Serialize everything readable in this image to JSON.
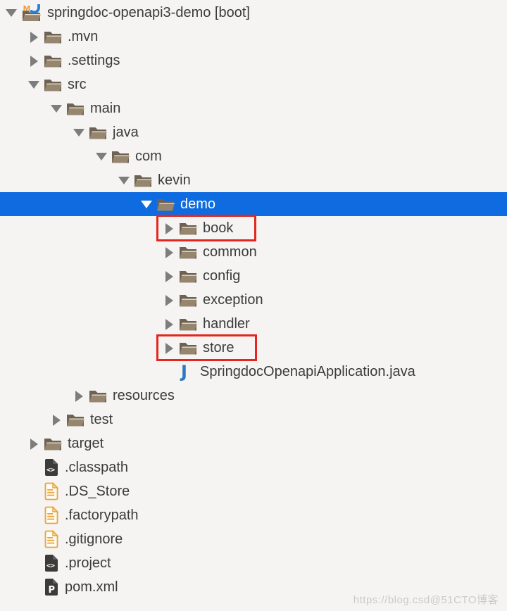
{
  "window": {
    "background": "#f5f4f2",
    "selection_color": "#0e6be0",
    "highlight_box_color": "#e3261f",
    "watermark": "https://blog.csd@51CTO博客"
  },
  "tree": {
    "rows": [
      {
        "label": "springdoc-openapi3-demo [boot]",
        "depth": 0,
        "icon": "maven-project-folder",
        "state": "expanded",
        "selected": false,
        "boxed": false
      },
      {
        "label": ".mvn",
        "depth": 1,
        "icon": "folder",
        "state": "collapsed",
        "selected": false,
        "boxed": false
      },
      {
        "label": ".settings",
        "depth": 1,
        "icon": "folder",
        "state": "collapsed",
        "selected": false,
        "boxed": false
      },
      {
        "label": "src",
        "depth": 1,
        "icon": "folder",
        "state": "expanded",
        "selected": false,
        "boxed": false
      },
      {
        "label": "main",
        "depth": 2,
        "icon": "folder",
        "state": "expanded",
        "selected": false,
        "boxed": false
      },
      {
        "label": "java",
        "depth": 3,
        "icon": "folder",
        "state": "expanded",
        "selected": false,
        "boxed": false
      },
      {
        "label": "com",
        "depth": 4,
        "icon": "folder",
        "state": "expanded",
        "selected": false,
        "boxed": false
      },
      {
        "label": "kevin",
        "depth": 5,
        "icon": "folder",
        "state": "expanded",
        "selected": false,
        "boxed": false
      },
      {
        "label": "demo",
        "depth": 6,
        "icon": "folder",
        "state": "expanded",
        "selected": true,
        "boxed": false
      },
      {
        "label": "book",
        "depth": 7,
        "icon": "folder",
        "state": "collapsed",
        "selected": false,
        "boxed": true
      },
      {
        "label": "common",
        "depth": 7,
        "icon": "folder",
        "state": "collapsed",
        "selected": false,
        "boxed": false
      },
      {
        "label": "config",
        "depth": 7,
        "icon": "folder",
        "state": "collapsed",
        "selected": false,
        "boxed": false
      },
      {
        "label": "exception",
        "depth": 7,
        "icon": "folder",
        "state": "collapsed",
        "selected": false,
        "boxed": false
      },
      {
        "label": "handler",
        "depth": 7,
        "icon": "folder",
        "state": "collapsed",
        "selected": false,
        "boxed": false
      },
      {
        "label": "store",
        "depth": 7,
        "icon": "folder",
        "state": "collapsed",
        "selected": false,
        "boxed": true
      },
      {
        "label": "SpringdocOpenapiApplication.java",
        "depth": 7,
        "icon": "java-file",
        "state": "none",
        "selected": false,
        "boxed": false
      },
      {
        "label": "resources",
        "depth": 3,
        "icon": "folder",
        "state": "collapsed",
        "selected": false,
        "boxed": false
      },
      {
        "label": "test",
        "depth": 2,
        "icon": "folder",
        "state": "collapsed",
        "selected": false,
        "boxed": false
      },
      {
        "label": "target",
        "depth": 1,
        "icon": "folder",
        "state": "collapsed",
        "selected": false,
        "boxed": false
      },
      {
        "label": ".classpath",
        "depth": 1,
        "icon": "xml-file-dark",
        "state": "none",
        "selected": false,
        "boxed": false
      },
      {
        "label": ".DS_Store",
        "depth": 1,
        "icon": "text-file",
        "state": "none",
        "selected": false,
        "boxed": false
      },
      {
        "label": ".factorypath",
        "depth": 1,
        "icon": "text-file",
        "state": "none",
        "selected": false,
        "boxed": false
      },
      {
        "label": ".gitignore",
        "depth": 1,
        "icon": "text-file",
        "state": "none",
        "selected": false,
        "boxed": false
      },
      {
        "label": ".project",
        "depth": 1,
        "icon": "xml-file-dark",
        "state": "none",
        "selected": false,
        "boxed": false
      },
      {
        "label": "pom.xml",
        "depth": 1,
        "icon": "pom-file",
        "state": "none",
        "selected": false,
        "boxed": false
      }
    ]
  }
}
